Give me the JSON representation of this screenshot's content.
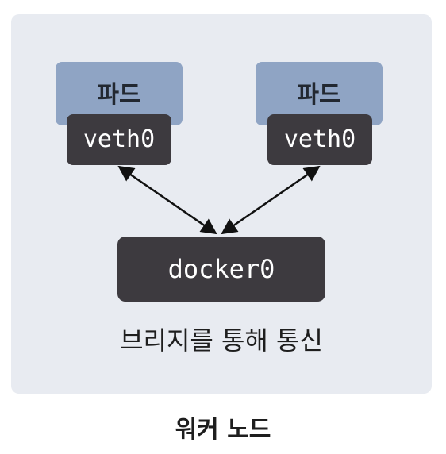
{
  "pods": [
    {
      "label": "파드",
      "interface": "veth0"
    },
    {
      "label": "파드",
      "interface": "veth0"
    }
  ],
  "bridge": {
    "label": "docker0"
  },
  "caption": "브리지를 통해 통신",
  "node_label": "워커 노드",
  "colors": {
    "node_background": "#e8ebf1",
    "pod_fill": "#8fa4c4",
    "interface_fill": "#3d3a3f",
    "text_dark": "#1e1e1e",
    "text_light": "#ffffff"
  }
}
